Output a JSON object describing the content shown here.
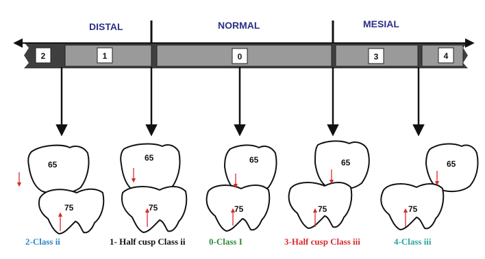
{
  "headers": {
    "distal": "DISTAL",
    "normal": "NORMAL",
    "mesial": "MESIAL"
  },
  "scale_numbers": [
    "2",
    "1",
    "0",
    "3",
    "4"
  ],
  "teeth": {
    "upper": "65",
    "lower": "75"
  },
  "captions": [
    {
      "text": "2-Class ii",
      "color": "#2e84c6"
    },
    {
      "text": "1- Half cusp Class ii",
      "color": "#111111"
    },
    {
      "text": "0-Class I",
      "color": "#2e8b3a"
    },
    {
      "text": "3-Half cusp Class iii",
      "color": "#d8282a"
    },
    {
      "text": "4-Class iii",
      "color": "#2aa3a3"
    }
  ],
  "colors": {
    "bar_dark": "#3f3f3f",
    "bar_mid": "#9a9a9a",
    "header": "#2b2f86",
    "indicator_arrow": "#d8282a"
  }
}
